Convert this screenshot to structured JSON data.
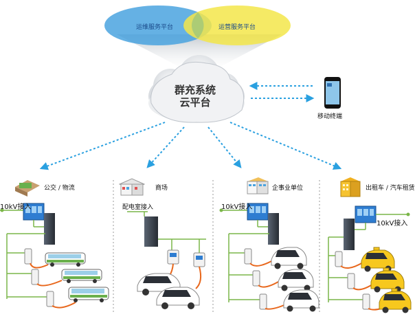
{
  "venn": {
    "left_label": "运维服务平台",
    "right_label": "运营服务平台",
    "left_color": "#4aa3df",
    "right_color": "#f3e64a"
  },
  "cloud": {
    "line1": "群充系统",
    "line2": "云平台"
  },
  "mobile": {
    "label": "移动终端"
  },
  "sites": [
    {
      "title": "公交 / 物流",
      "access": "10kV接入",
      "icon": "bus-depot-icon",
      "vehicles": "bus"
    },
    {
      "title": "商场",
      "access": "配电室接入",
      "icon": "mall-building-icon",
      "vehicles": "car"
    },
    {
      "title": "企事业单位",
      "access": "10kV接入",
      "icon": "office-building-icon",
      "vehicles": "car"
    },
    {
      "title": "出租车 / 汽车租赁",
      "access": "10kV接入",
      "icon": "taxi-building-icon",
      "vehicles": "taxi"
    }
  ],
  "colors": {
    "arrow": "#2aa0e0",
    "cable": "#e8671c",
    "grid_line": "#7ab648",
    "cabinet": "#333a44"
  }
}
